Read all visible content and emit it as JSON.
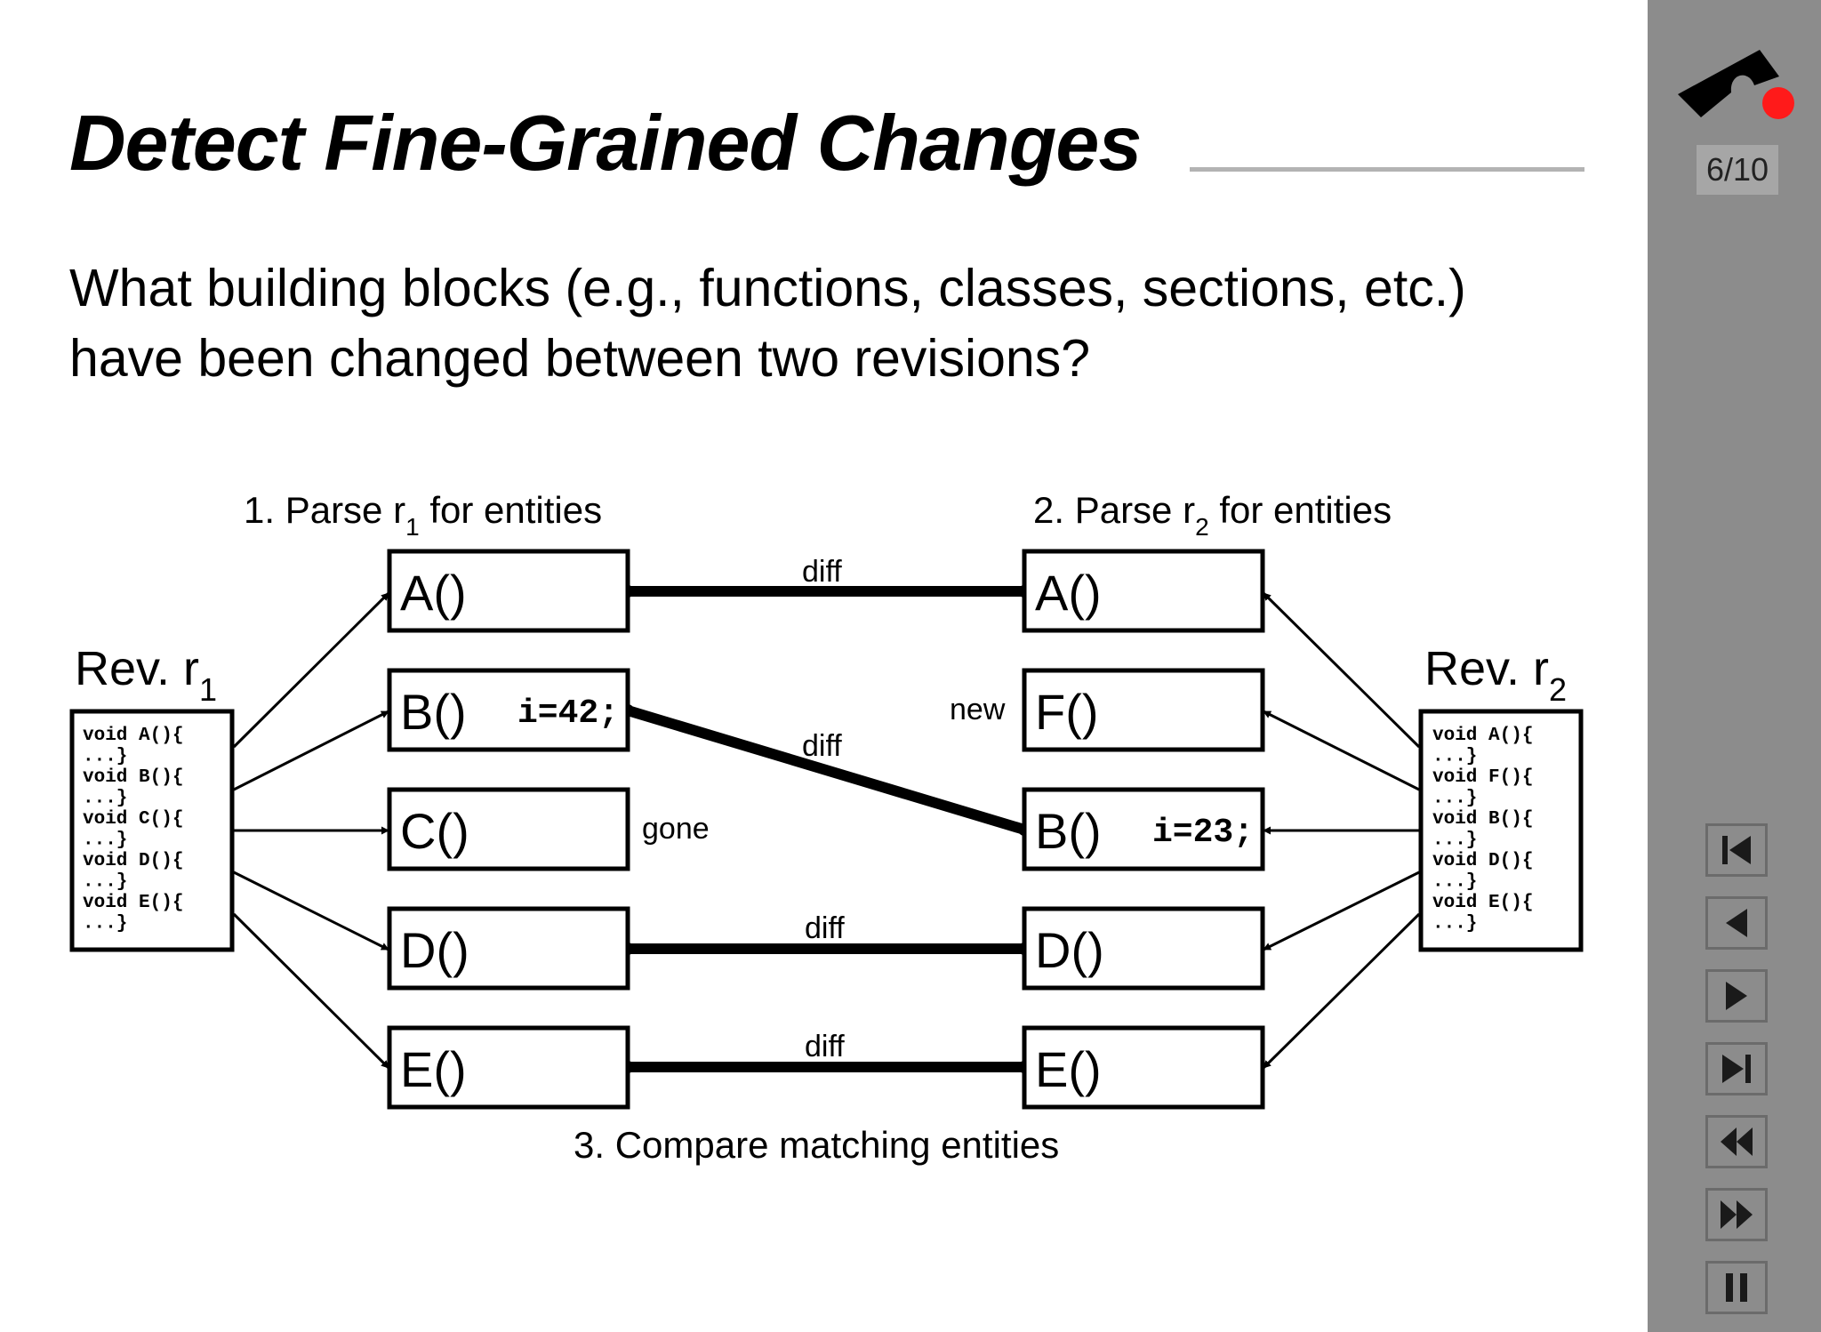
{
  "slide": {
    "title": "Detect Fine-Grained Changes",
    "question_lines": [
      "What building blocks (e.g., functions, classes, sections, etc.)",
      "have been changed between two revisions?"
    ]
  },
  "diagram": {
    "step1": {
      "text": "1. Parse r",
      "sub": "1",
      "rest": " for entities"
    },
    "step2": {
      "text": "2. Parse r",
      "sub": "2",
      "rest": " for entities"
    },
    "step3": "3. Compare matching entities",
    "rev1": {
      "label": "Rev. r",
      "sub": "1",
      "code": [
        "void A(){",
        "...}",
        "void B(){",
        "...}",
        "void C(){",
        "...}",
        "void D(){",
        "...}",
        "void E(){",
        "...}"
      ]
    },
    "rev2": {
      "label": "Rev. r",
      "sub": "2",
      "code": [
        "void A(){",
        "...}",
        "void F(){",
        "...}",
        "void B(){",
        "...}",
        "void D(){",
        "...}",
        "void E(){",
        "...}"
      ]
    },
    "left_entities": [
      {
        "name": "A()",
        "code": ""
      },
      {
        "name": "B()",
        "code": "i=42;"
      },
      {
        "name": "C()",
        "code": ""
      },
      {
        "name": "D()",
        "code": ""
      },
      {
        "name": "E()",
        "code": ""
      }
    ],
    "right_entities": [
      {
        "name": "A()",
        "code": ""
      },
      {
        "name": "F()",
        "code": ""
      },
      {
        "name": "B()",
        "code": "i=23;"
      },
      {
        "name": "D()",
        "code": ""
      },
      {
        "name": "E()",
        "code": ""
      }
    ],
    "diff_label": "diff",
    "gone_label": "gone",
    "new_label": "new"
  },
  "sidebar": {
    "counter": "6/10",
    "logo_icon": "rubber-stamp-logo-icon",
    "accent_color": "#ff0000",
    "nav": [
      {
        "name": "first-slide-button",
        "icon": "skip-first-icon"
      },
      {
        "name": "previous-slide-button",
        "icon": "previous-icon"
      },
      {
        "name": "next-slide-button",
        "icon": "next-icon"
      },
      {
        "name": "last-slide-button",
        "icon": "skip-last-icon"
      },
      {
        "name": "rewind-button",
        "icon": "rewind-icon"
      },
      {
        "name": "fast-forward-button",
        "icon": "fast-forward-icon"
      },
      {
        "name": "pause-button",
        "icon": "pause-icon"
      }
    ]
  }
}
